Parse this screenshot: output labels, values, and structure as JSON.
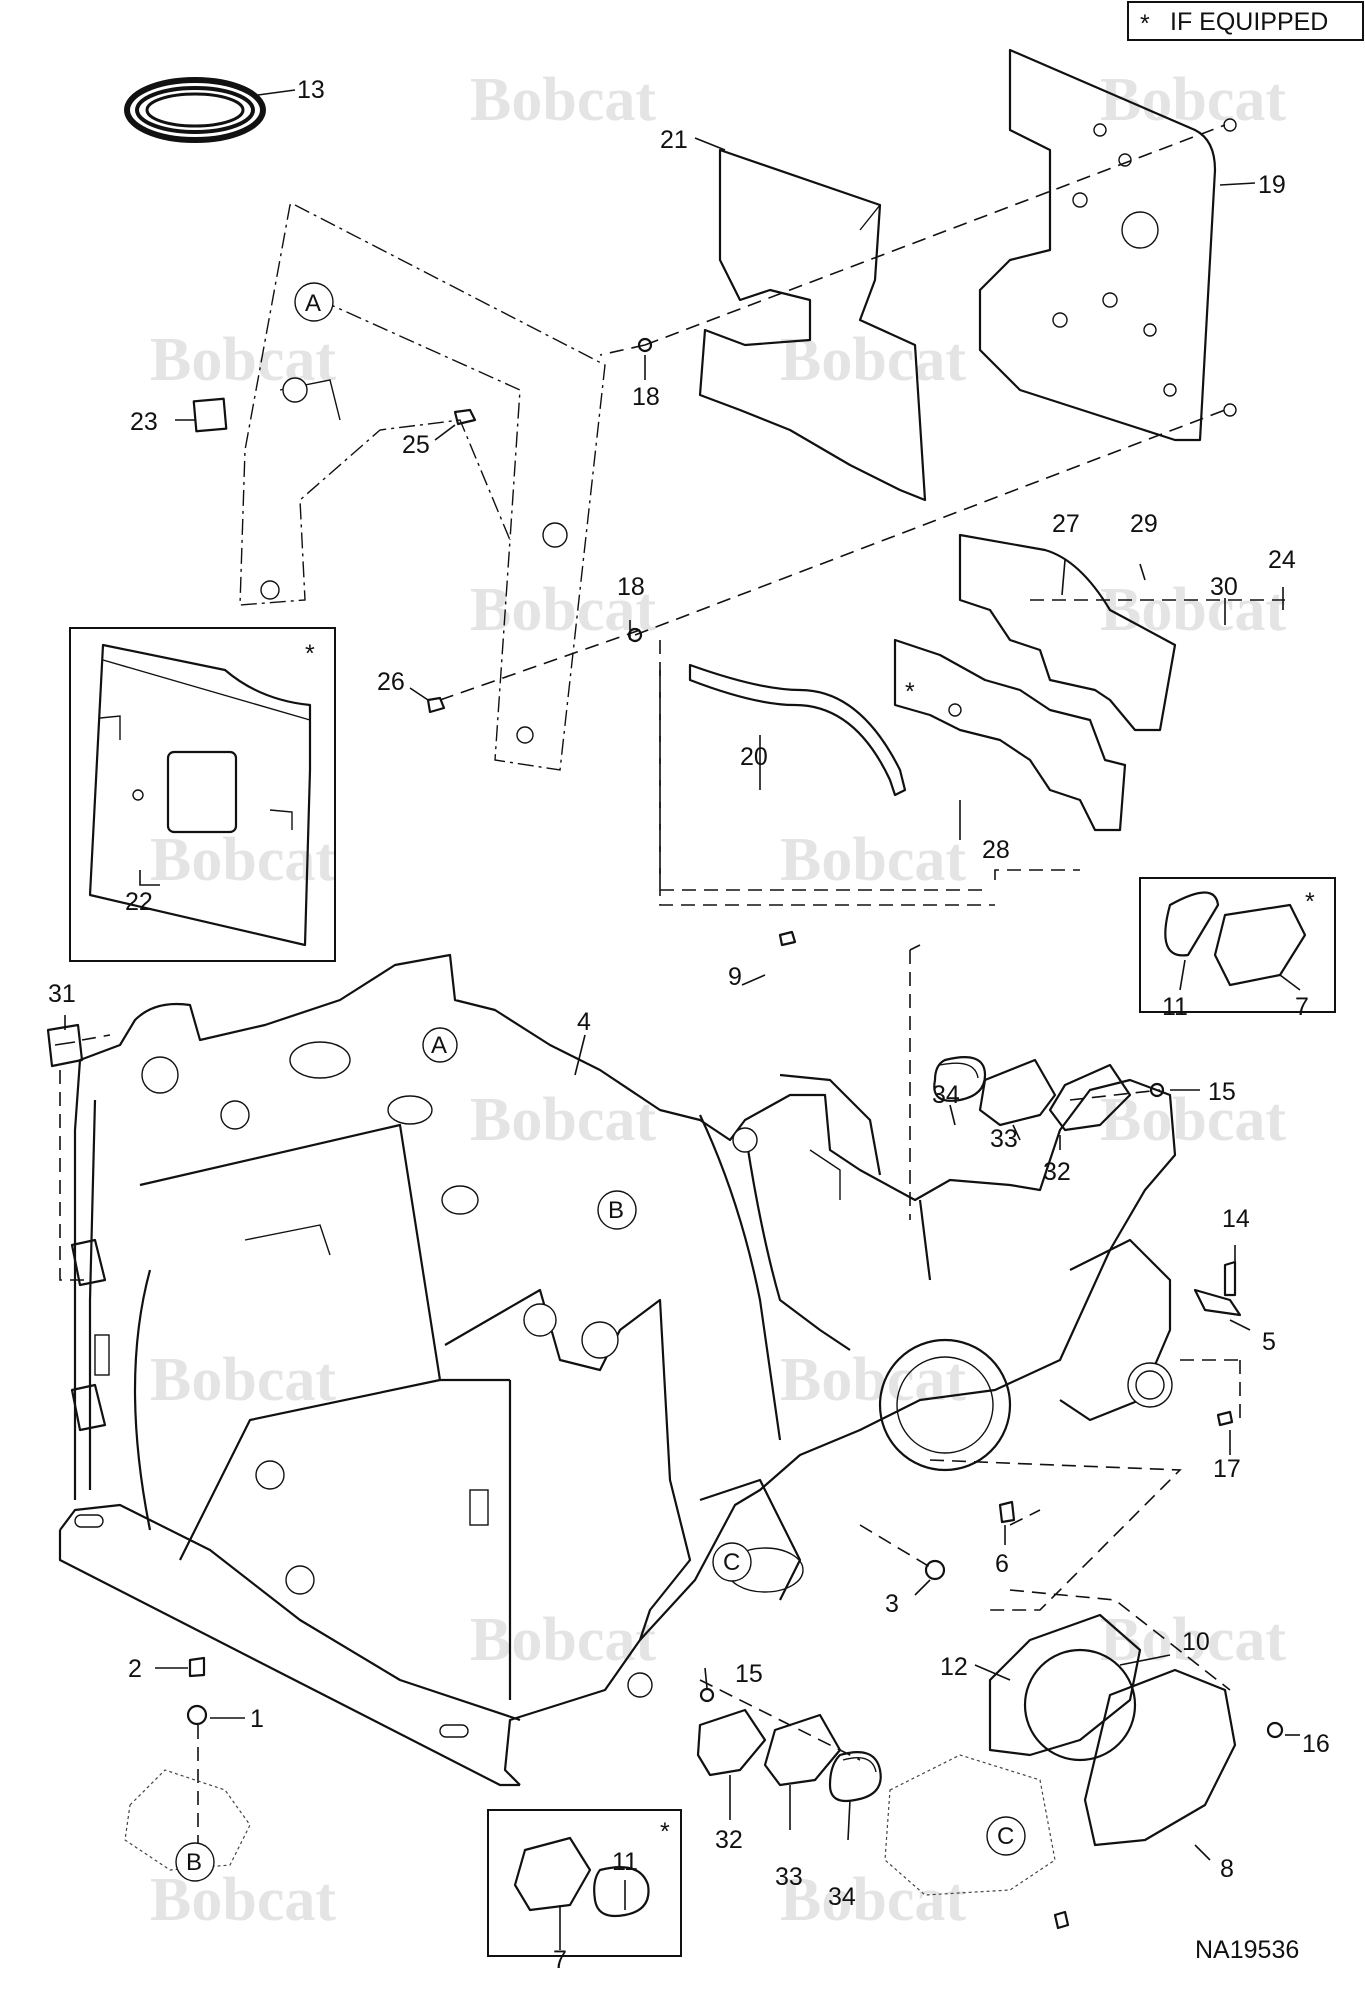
{
  "legend": {
    "symbol": "*",
    "text": "IF EQUIPPED"
  },
  "figure_id": "NA19536",
  "watermark": "Bobcat",
  "callouts": [
    "1",
    "2",
    "3",
    "4",
    "5",
    "6",
    "7",
    "8",
    "9",
    "10",
    "11",
    "12",
    "13",
    "14",
    "15",
    "16",
    "17",
    "18",
    "19",
    "20",
    "21",
    "22",
    "23",
    "24",
    "25",
    "26",
    "27",
    "28",
    "29",
    "30",
    "31",
    "32",
    "33",
    "34"
  ],
  "reference_letters": [
    "A",
    "B",
    "C"
  ],
  "if_equipped_marker": "*"
}
